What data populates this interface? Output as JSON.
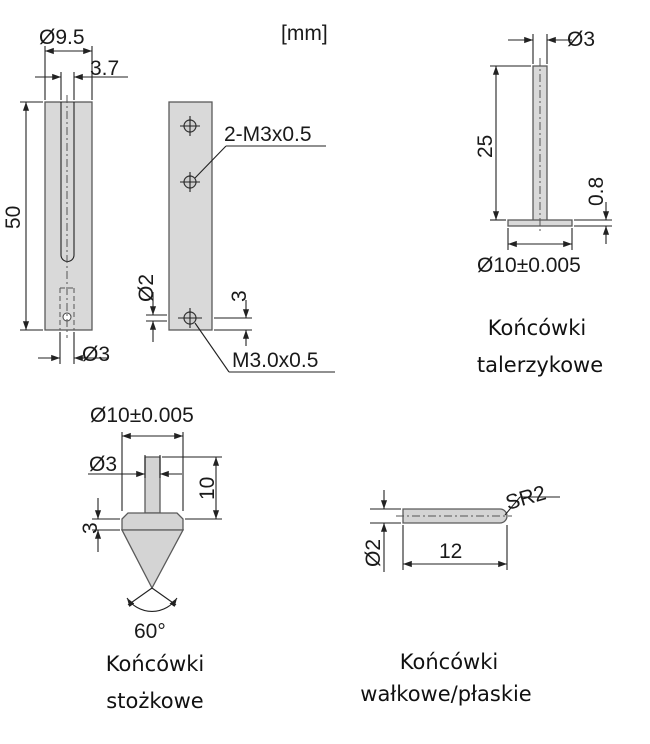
{
  "units_label": "[mm]",
  "sections": {
    "rod": {
      "dim_diameter": "Ø9.5",
      "dim_slot": "3.7",
      "dim_length": "50",
      "dim_pin_hole": "Ø3",
      "dim_hole_small": "Ø2",
      "dim_edge": "3",
      "thread_top": "2-M3x0.5",
      "thread_bottom": "M3.0x0.5"
    },
    "plate": {
      "dim_stem": "Ø3",
      "dim_height": "25",
      "dim_thickness": "0.8",
      "dim_disc": "Ø10±0.005",
      "caption_line1": "Końcówki",
      "caption_line2": "talerzykowe"
    },
    "cone": {
      "dim_disc": "Ø10±0.005",
      "dim_stem": "Ø3",
      "dim_height": "10",
      "dim_collar": "3",
      "dim_angle": "60°",
      "caption_line1": "Końcówki",
      "caption_line2": "stożkowe"
    },
    "roller": {
      "dim_radius": "SR2",
      "dim_diameter": "Ø2",
      "dim_length": "12",
      "caption_line1": "Końcówki",
      "caption_line2": "wałkowe/płaskie"
    }
  }
}
